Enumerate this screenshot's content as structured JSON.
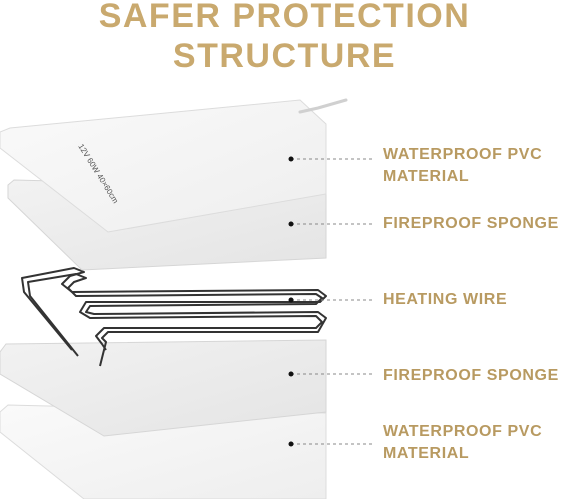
{
  "title": "SAFER PROTECTION STRUCTURE",
  "colors": {
    "accent": "#b89a61",
    "title": "#c9a96e"
  },
  "layers": [
    {
      "label_line1": "WATERPROOF PVC",
      "label_line2": "MATERIAL"
    },
    {
      "label_line1": "FIREPROOF SPONGE"
    },
    {
      "label_line1": "HEATING WIRE"
    },
    {
      "label_line1": "FIREPROOF SPONGE"
    },
    {
      "label_line1": "WATERPROOF PVC",
      "label_line2": "MATERIAL"
    }
  ],
  "pad_print": "12V 60W 40×60cm"
}
